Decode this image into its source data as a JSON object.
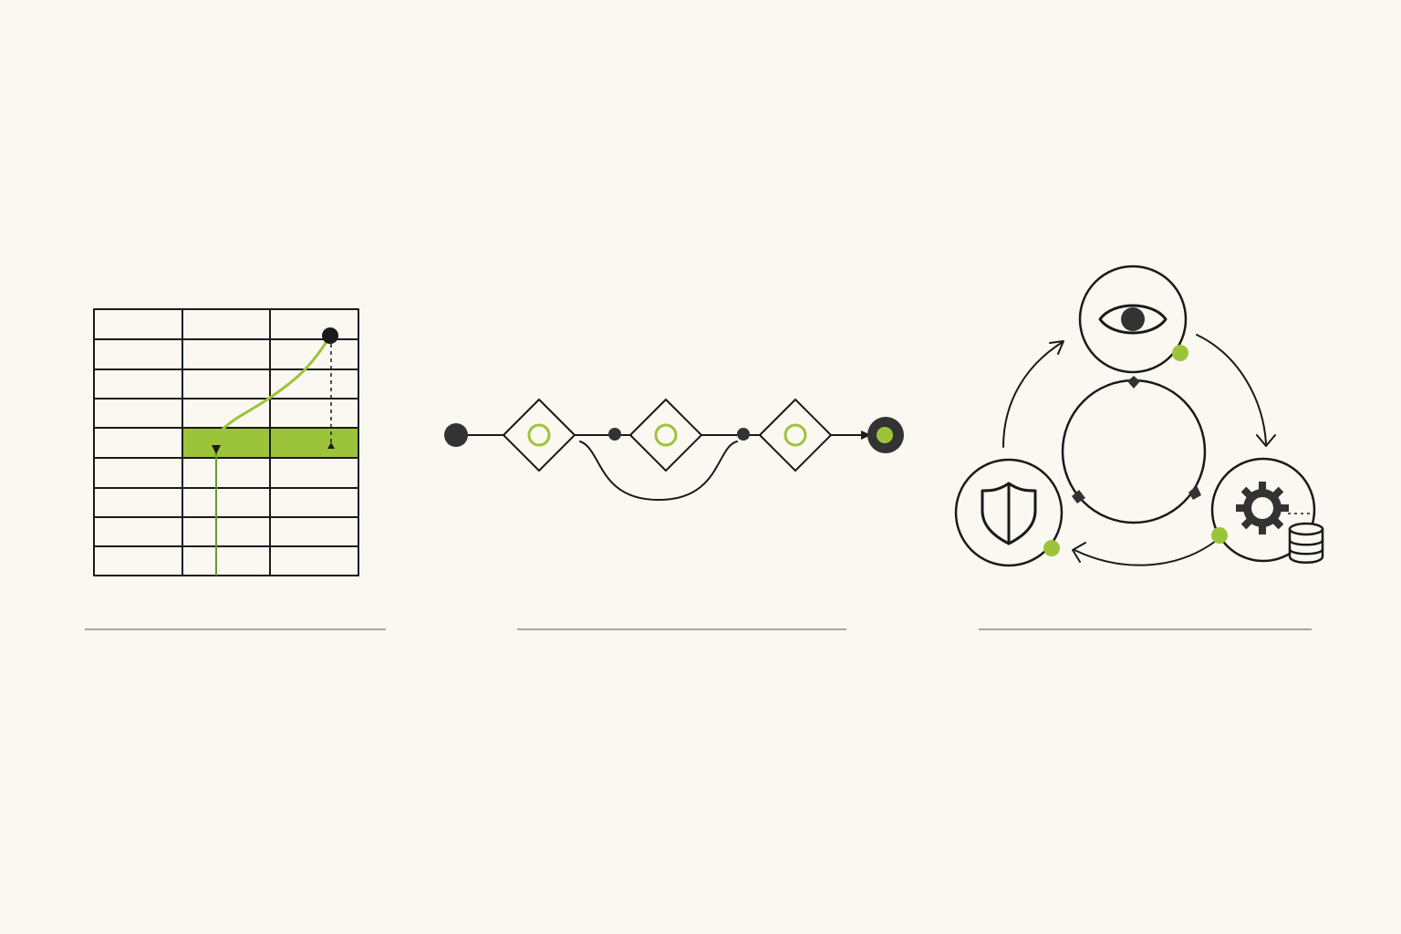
{
  "colors": {
    "background": "#faf8f1",
    "ink": "#1a1a1a",
    "dark_fill": "#333333",
    "accent": "#9cc43a",
    "rule": "#8a8a8a"
  },
  "panels": [
    {
      "id": "grid-panel",
      "depicts": "table-grid-with-highlighted-row-and-curve",
      "grid_columns": 3,
      "grid_rows": 9,
      "highlighted_row": 5,
      "caption": ""
    },
    {
      "id": "pipeline-panel",
      "depicts": "linear-flow-with-three-diamond-nodes-and-loop",
      "diamond_count": 3,
      "caption": ""
    },
    {
      "id": "cycle-panel",
      "depicts": "three-node-cycle",
      "nodes": [
        "eye-icon",
        "gear-database-icon",
        "shield-icon"
      ],
      "caption": ""
    }
  ]
}
